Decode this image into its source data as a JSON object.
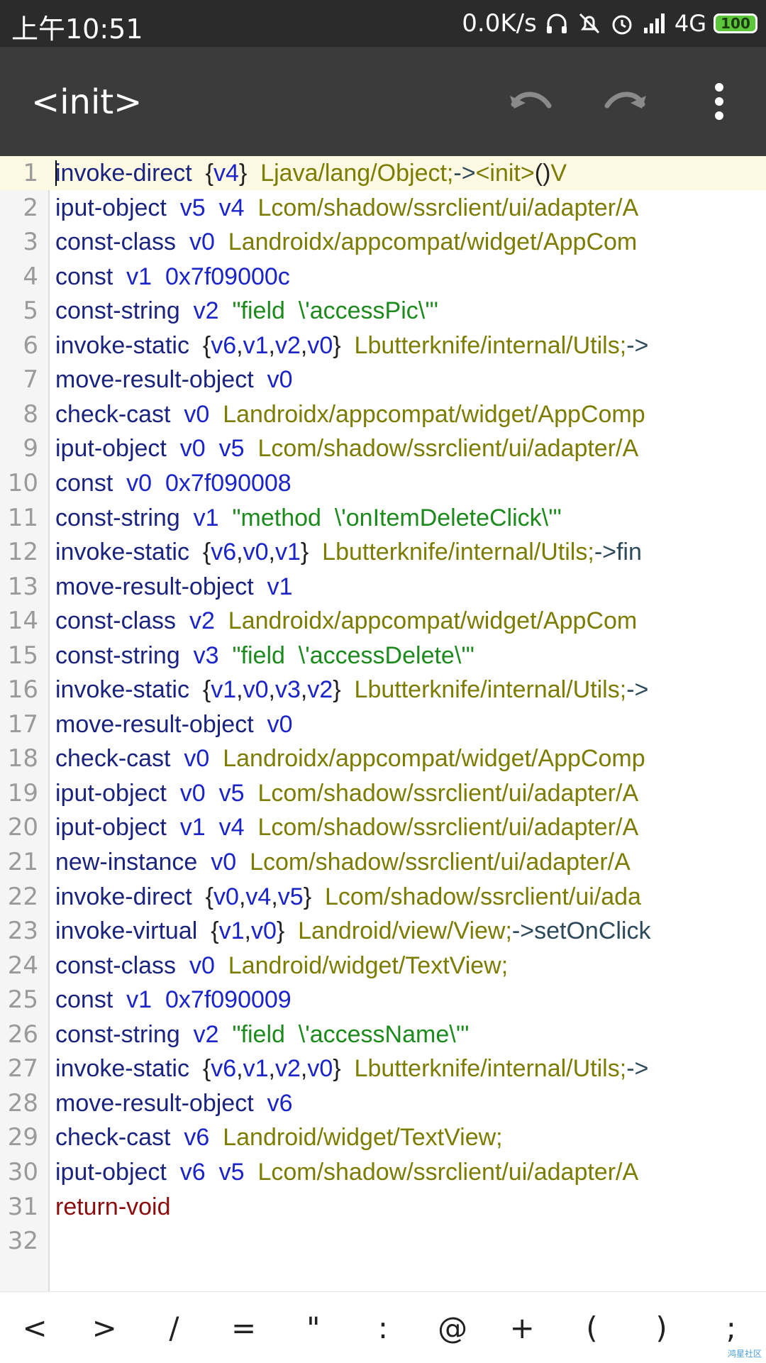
{
  "status": {
    "time": "上午10:51",
    "speed": "0.0K/s",
    "network": "4G",
    "battery": "100"
  },
  "toolbar": {
    "title": "<init>"
  },
  "colors": {
    "instr": "#1a237e",
    "reg": "#1a24c8",
    "type": "#7c7c00",
    "str": "#1c8a1c",
    "punc": "#222222",
    "method": "#2c4a5a",
    "ret": "#8b0d0d"
  },
  "editor": {
    "lines": [
      {
        "no": "1",
        "tokens": [
          [
            "instr",
            "invoke-direct"
          ],
          [
            "sp",
            "  "
          ],
          [
            "punc",
            "{"
          ],
          [
            "reg",
            "v4"
          ],
          [
            "punc",
            "}"
          ],
          [
            "sp",
            "  "
          ],
          [
            "type",
            "Ljava/lang/Object;"
          ],
          [
            "method",
            "->"
          ],
          [
            "type",
            "<init>"
          ],
          [
            "punc",
            "()"
          ],
          [
            "type",
            "V"
          ]
        ]
      },
      {
        "no": "2",
        "tokens": [
          [
            "instr",
            "iput-object"
          ],
          [
            "sp",
            "  "
          ],
          [
            "reg",
            "v5"
          ],
          [
            "sp",
            "  "
          ],
          [
            "reg",
            "v4"
          ],
          [
            "sp",
            "  "
          ],
          [
            "type",
            "Lcom/shadow/ssrclient/ui/adapter/A"
          ]
        ]
      },
      {
        "no": "3",
        "tokens": [
          [
            "instr",
            "const-class"
          ],
          [
            "sp",
            "  "
          ],
          [
            "reg",
            "v0"
          ],
          [
            "sp",
            "  "
          ],
          [
            "type",
            "Landroidx/appcompat/widget/AppCom"
          ]
        ]
      },
      {
        "no": "4",
        "tokens": [
          [
            "instr",
            "const"
          ],
          [
            "sp",
            "  "
          ],
          [
            "reg",
            "v1"
          ],
          [
            "sp",
            "  "
          ],
          [
            "reg",
            "0x7f09000c"
          ]
        ]
      },
      {
        "no": "5",
        "tokens": [
          [
            "instr",
            "const-string"
          ],
          [
            "sp",
            "  "
          ],
          [
            "reg",
            "v2"
          ],
          [
            "sp",
            "  "
          ],
          [
            "str",
            "\"field  \\'accessPic\\'\""
          ]
        ]
      },
      {
        "no": "6",
        "tokens": [
          [
            "instr",
            "invoke-static"
          ],
          [
            "sp",
            "  "
          ],
          [
            "punc",
            "{"
          ],
          [
            "reg",
            "v6"
          ],
          [
            "punc",
            ","
          ],
          [
            "reg",
            "v1"
          ],
          [
            "punc",
            ","
          ],
          [
            "reg",
            "v2"
          ],
          [
            "punc",
            ","
          ],
          [
            "reg",
            "v0"
          ],
          [
            "punc",
            "}"
          ],
          [
            "sp",
            "  "
          ],
          [
            "type",
            "Lbutterknife/internal/Utils;"
          ],
          [
            "method",
            "->"
          ]
        ]
      },
      {
        "no": "7",
        "tokens": [
          [
            "instr",
            "move-result-object"
          ],
          [
            "sp",
            "  "
          ],
          [
            "reg",
            "v0"
          ]
        ]
      },
      {
        "no": "8",
        "tokens": [
          [
            "instr",
            "check-cast"
          ],
          [
            "sp",
            "  "
          ],
          [
            "reg",
            "v0"
          ],
          [
            "sp",
            "  "
          ],
          [
            "type",
            "Landroidx/appcompat/widget/AppComp"
          ]
        ]
      },
      {
        "no": "9",
        "tokens": [
          [
            "instr",
            "iput-object"
          ],
          [
            "sp",
            "  "
          ],
          [
            "reg",
            "v0"
          ],
          [
            "sp",
            "  "
          ],
          [
            "reg",
            "v5"
          ],
          [
            "sp",
            "  "
          ],
          [
            "type",
            "Lcom/shadow/ssrclient/ui/adapter/A"
          ]
        ]
      },
      {
        "no": "10",
        "tokens": [
          [
            "instr",
            "const"
          ],
          [
            "sp",
            "  "
          ],
          [
            "reg",
            "v0"
          ],
          [
            "sp",
            "  "
          ],
          [
            "reg",
            "0x7f090008"
          ]
        ]
      },
      {
        "no": "11",
        "tokens": [
          [
            "instr",
            "const-string"
          ],
          [
            "sp",
            "  "
          ],
          [
            "reg",
            "v1"
          ],
          [
            "sp",
            "  "
          ],
          [
            "str",
            "\"method  \\'onItemDeleteClick\\'\""
          ]
        ]
      },
      {
        "no": "12",
        "tokens": [
          [
            "instr",
            "invoke-static"
          ],
          [
            "sp",
            "  "
          ],
          [
            "punc",
            "{"
          ],
          [
            "reg",
            "v6"
          ],
          [
            "punc",
            ","
          ],
          [
            "reg",
            "v0"
          ],
          [
            "punc",
            ","
          ],
          [
            "reg",
            "v1"
          ],
          [
            "punc",
            "}"
          ],
          [
            "sp",
            "  "
          ],
          [
            "type",
            "Lbutterknife/internal/Utils;"
          ],
          [
            "method",
            "->fin"
          ]
        ]
      },
      {
        "no": "13",
        "tokens": [
          [
            "instr",
            "move-result-object"
          ],
          [
            "sp",
            "  "
          ],
          [
            "reg",
            "v1"
          ]
        ]
      },
      {
        "no": "14",
        "tokens": [
          [
            "instr",
            "const-class"
          ],
          [
            "sp",
            "  "
          ],
          [
            "reg",
            "v2"
          ],
          [
            "sp",
            "  "
          ],
          [
            "type",
            "Landroidx/appcompat/widget/AppCom"
          ]
        ]
      },
      {
        "no": "15",
        "tokens": [
          [
            "instr",
            "const-string"
          ],
          [
            "sp",
            "  "
          ],
          [
            "reg",
            "v3"
          ],
          [
            "sp",
            "  "
          ],
          [
            "str",
            "\"field  \\'accessDelete\\'\""
          ]
        ]
      },
      {
        "no": "16",
        "tokens": [
          [
            "instr",
            "invoke-static"
          ],
          [
            "sp",
            "  "
          ],
          [
            "punc",
            "{"
          ],
          [
            "reg",
            "v1"
          ],
          [
            "punc",
            ","
          ],
          [
            "reg",
            "v0"
          ],
          [
            "punc",
            ","
          ],
          [
            "reg",
            "v3"
          ],
          [
            "punc",
            ","
          ],
          [
            "reg",
            "v2"
          ],
          [
            "punc",
            "}"
          ],
          [
            "sp",
            "  "
          ],
          [
            "type",
            "Lbutterknife/internal/Utils;"
          ],
          [
            "method",
            "->"
          ]
        ]
      },
      {
        "no": "17",
        "tokens": [
          [
            "instr",
            "move-result-object"
          ],
          [
            "sp",
            "  "
          ],
          [
            "reg",
            "v0"
          ]
        ]
      },
      {
        "no": "18",
        "tokens": [
          [
            "instr",
            "check-cast"
          ],
          [
            "sp",
            "  "
          ],
          [
            "reg",
            "v0"
          ],
          [
            "sp",
            "  "
          ],
          [
            "type",
            "Landroidx/appcompat/widget/AppComp"
          ]
        ]
      },
      {
        "no": "19",
        "tokens": [
          [
            "instr",
            "iput-object"
          ],
          [
            "sp",
            "  "
          ],
          [
            "reg",
            "v0"
          ],
          [
            "sp",
            "  "
          ],
          [
            "reg",
            "v5"
          ],
          [
            "sp",
            "  "
          ],
          [
            "type",
            "Lcom/shadow/ssrclient/ui/adapter/A"
          ]
        ]
      },
      {
        "no": "20",
        "tokens": [
          [
            "instr",
            "iput-object"
          ],
          [
            "sp",
            "  "
          ],
          [
            "reg",
            "v1"
          ],
          [
            "sp",
            "  "
          ],
          [
            "reg",
            "v4"
          ],
          [
            "sp",
            "  "
          ],
          [
            "type",
            "Lcom/shadow/ssrclient/ui/adapter/A"
          ]
        ]
      },
      {
        "no": "21",
        "tokens": [
          [
            "instr",
            "new-instance"
          ],
          [
            "sp",
            "  "
          ],
          [
            "reg",
            "v0"
          ],
          [
            "sp",
            "  "
          ],
          [
            "type",
            "Lcom/shadow/ssrclient/ui/adapter/A"
          ]
        ]
      },
      {
        "no": "22",
        "tokens": [
          [
            "instr",
            "invoke-direct"
          ],
          [
            "sp",
            "  "
          ],
          [
            "punc",
            "{"
          ],
          [
            "reg",
            "v0"
          ],
          [
            "punc",
            ","
          ],
          [
            "reg",
            "v4"
          ],
          [
            "punc",
            ","
          ],
          [
            "reg",
            "v5"
          ],
          [
            "punc",
            "}"
          ],
          [
            "sp",
            "  "
          ],
          [
            "type",
            "Lcom/shadow/ssrclient/ui/ada"
          ]
        ]
      },
      {
        "no": "23",
        "tokens": [
          [
            "instr",
            "invoke-virtual"
          ],
          [
            "sp",
            "  "
          ],
          [
            "punc",
            "{"
          ],
          [
            "reg",
            "v1"
          ],
          [
            "punc",
            ","
          ],
          [
            "reg",
            "v0"
          ],
          [
            "punc",
            "}"
          ],
          [
            "sp",
            "  "
          ],
          [
            "type",
            "Landroid/view/View;"
          ],
          [
            "method",
            "->setOnClick"
          ]
        ]
      },
      {
        "no": "24",
        "tokens": [
          [
            "instr",
            "const-class"
          ],
          [
            "sp",
            "  "
          ],
          [
            "reg",
            "v0"
          ],
          [
            "sp",
            "  "
          ],
          [
            "type",
            "Landroid/widget/TextView;"
          ]
        ]
      },
      {
        "no": "25",
        "tokens": [
          [
            "instr",
            "const"
          ],
          [
            "sp",
            "  "
          ],
          [
            "reg",
            "v1"
          ],
          [
            "sp",
            "  "
          ],
          [
            "reg",
            "0x7f090009"
          ]
        ]
      },
      {
        "no": "26",
        "tokens": [
          [
            "instr",
            "const-string"
          ],
          [
            "sp",
            "  "
          ],
          [
            "reg",
            "v2"
          ],
          [
            "sp",
            "  "
          ],
          [
            "str",
            "\"field  \\'accessName\\'\""
          ]
        ]
      },
      {
        "no": "27",
        "tokens": [
          [
            "instr",
            "invoke-static"
          ],
          [
            "sp",
            "  "
          ],
          [
            "punc",
            "{"
          ],
          [
            "reg",
            "v6"
          ],
          [
            "punc",
            ","
          ],
          [
            "reg",
            "v1"
          ],
          [
            "punc",
            ","
          ],
          [
            "reg",
            "v2"
          ],
          [
            "punc",
            ","
          ],
          [
            "reg",
            "v0"
          ],
          [
            "punc",
            "}"
          ],
          [
            "sp",
            "  "
          ],
          [
            "type",
            "Lbutterknife/internal/Utils;"
          ],
          [
            "method",
            "->"
          ]
        ]
      },
      {
        "no": "28",
        "tokens": [
          [
            "instr",
            "move-result-object"
          ],
          [
            "sp",
            "  "
          ],
          [
            "reg",
            "v6"
          ]
        ]
      },
      {
        "no": "29",
        "tokens": [
          [
            "instr",
            "check-cast"
          ],
          [
            "sp",
            "  "
          ],
          [
            "reg",
            "v6"
          ],
          [
            "sp",
            "  "
          ],
          [
            "type",
            "Landroid/widget/TextView;"
          ]
        ]
      },
      {
        "no": "30",
        "tokens": [
          [
            "instr",
            "iput-object"
          ],
          [
            "sp",
            "  "
          ],
          [
            "reg",
            "v6"
          ],
          [
            "sp",
            "  "
          ],
          [
            "reg",
            "v5"
          ],
          [
            "sp",
            "  "
          ],
          [
            "type",
            "Lcom/shadow/ssrclient/ui/adapter/A"
          ]
        ]
      },
      {
        "no": "31",
        "tokens": [
          [
            "ret",
            "return-void"
          ]
        ]
      },
      {
        "no": "32",
        "tokens": []
      }
    ]
  },
  "keys": [
    "<",
    ">",
    "/",
    "=",
    "\"",
    ":",
    "@",
    "+",
    "(",
    ")",
    ";"
  ],
  "watermark": "鸿星社区"
}
